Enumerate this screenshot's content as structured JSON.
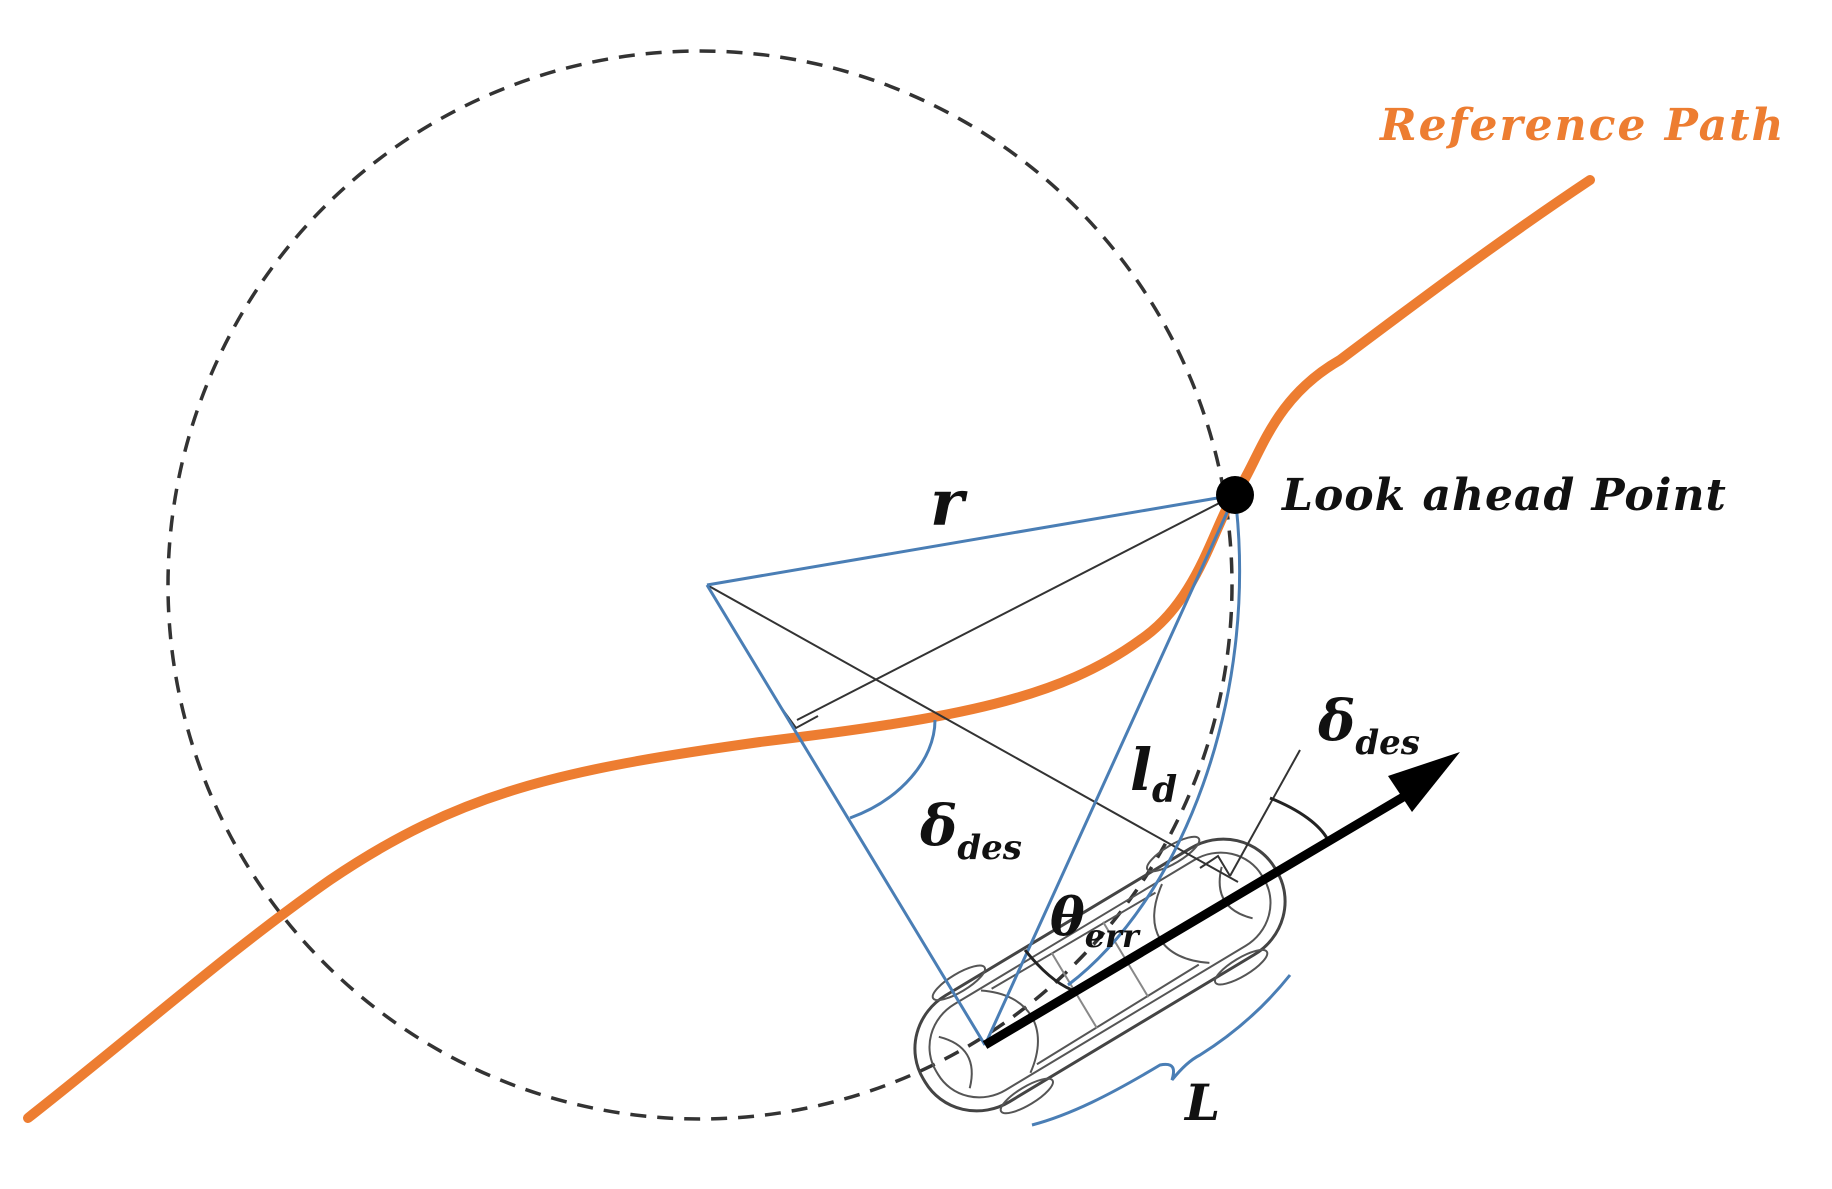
{
  "labels": {
    "reference_path": "Reference Path",
    "look_ahead_point": "Look ahead Point",
    "radius": "r",
    "lookahead_distance_main": "l",
    "lookahead_distance_sub": "d",
    "steer_angle_center_main": "δ",
    "steer_angle_center_sub": "des",
    "steer_angle_wheel_main": "δ",
    "steer_angle_wheel_sub": "des",
    "heading_error_main": "θ",
    "heading_error_sub": "err",
    "wheelbase": "L"
  },
  "colors": {
    "reference_path": "#ed7d31",
    "geometry_blue": "#4a7eb5",
    "construction": "#222222",
    "circle": "#333333",
    "vehicle_heading": "#000000"
  }
}
